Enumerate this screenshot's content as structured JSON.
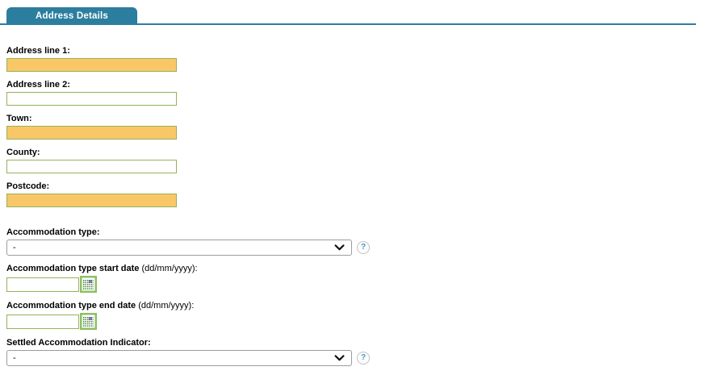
{
  "tab": {
    "label": "Address Details"
  },
  "form": {
    "address_line_1": {
      "label": "Address line 1:",
      "value": "",
      "highlighted": true
    },
    "address_line_2": {
      "label": "Address line 2:",
      "value": "",
      "highlighted": false
    },
    "town": {
      "label": "Town:",
      "value": "",
      "highlighted": true
    },
    "county": {
      "label": "County:",
      "value": "",
      "highlighted": false
    },
    "postcode": {
      "label": "Postcode:",
      "value": "",
      "highlighted": true
    },
    "accommodation_type": {
      "label": "Accommodation type:",
      "selected": "-",
      "has_help": true
    },
    "accommodation_type_start_date": {
      "label_bold": "Accommodation type start date",
      "label_rest": " (dd/mm/yyyy):",
      "value": ""
    },
    "accommodation_type_end_date": {
      "label_bold": "Accommodation type end date",
      "label_rest": " (dd/mm/yyyy):",
      "value": ""
    },
    "settled_accommodation_indicator": {
      "label": "Settled Accommodation Indicator:",
      "selected": "-",
      "has_help": true
    }
  },
  "icons": {
    "help_glyph": "?",
    "chevron": "chevron-down",
    "calendar": "calendar-date-picker"
  },
  "colors": {
    "tab_bg": "#2C7E9E",
    "highlighted_field_bg": "#FAC768",
    "field_border": "#94B25A",
    "select_border": "#9C9C9C",
    "help_icon_color": "#3A9BC8",
    "calendar_frame": "#8CC063",
    "calendar_dot": "#2F6B1F",
    "calendar_selected_dot": "#7B7BD0"
  }
}
